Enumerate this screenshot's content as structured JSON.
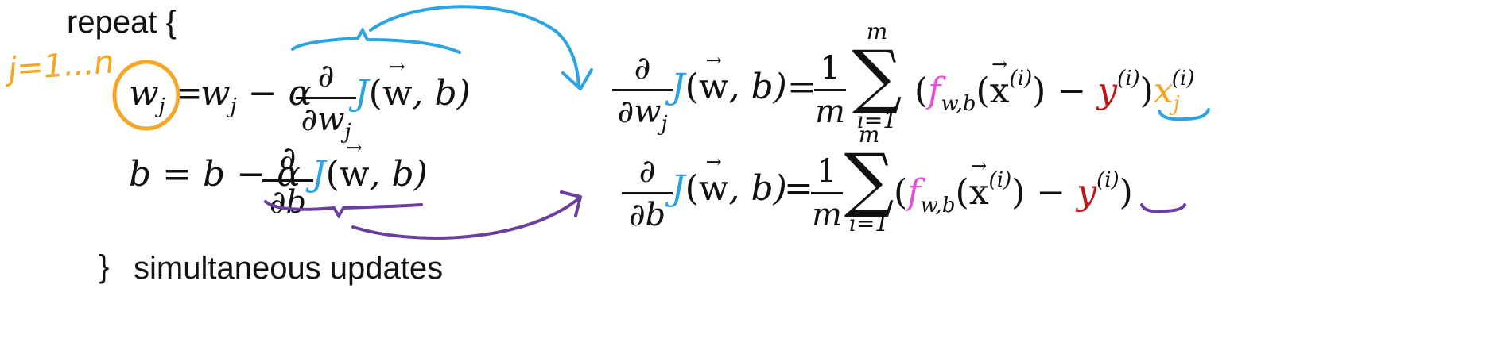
{
  "header": {
    "repeat": "repeat {",
    "closing": "}",
    "simultaneous": "simultaneous updates"
  },
  "handwriting": {
    "index_range": "j=1...n"
  },
  "update_rules": {
    "w": {
      "lhs": "w",
      "lhs_sub": "j",
      "eq": "=",
      "w_term": "w",
      "w_sub": "j",
      "minus": "−",
      "alpha": "α",
      "partial": "∂",
      "den_var": "w",
      "den_sub": "j",
      "J": "J",
      "args_open": "(",
      "vec": "w",
      "args_rest": ", b)"
    },
    "b": {
      "lhs": "b",
      "eq": "=",
      "b_term": "b",
      "minus": "−",
      "alpha": "α",
      "partial": "∂",
      "den_var": "b",
      "J": "J",
      "args_open": "(",
      "vec": "w",
      "args_rest": ", b)"
    }
  },
  "derivatives": {
    "dw": {
      "partial": "∂",
      "den_var": "w",
      "den_sub": "j",
      "J": "J",
      "args_open": "(",
      "vec": "w",
      "args_rest": ", b)",
      "eq": "=",
      "one": "1",
      "m": "m",
      "sum_top": "m",
      "sum_bot": "i=1",
      "sum": "∑",
      "open": "(",
      "f": "f",
      "f_sub": "w,b",
      "x_vec": "x",
      "x_sup": "(i)",
      "minus": "−",
      "y": "y",
      "y_sup": "(i)",
      "close": ")",
      "x": "x",
      "x_sub": "j",
      "x_tail_sup": "(i)"
    },
    "db": {
      "partial": "∂",
      "den_var": "b",
      "J": "J",
      "args_open": "(",
      "vec": "w",
      "args_rest": ", b)",
      "eq": "=",
      "one": "1",
      "m": "m",
      "sum_top": "m",
      "sum_bot": "i=1",
      "sum": "∑",
      "open": "(",
      "f": "f",
      "f_sub": "w,b",
      "x_vec": "x",
      "x_sup": "(i)",
      "minus": "−",
      "y": "y",
      "y_sup": "(i)",
      "close": ")"
    }
  },
  "colors": {
    "orange": "#f5a623",
    "blue": "#2ba3e4",
    "purple": "#6b3fa0",
    "magenta": "#e84fd8",
    "red": "#c0161a"
  }
}
